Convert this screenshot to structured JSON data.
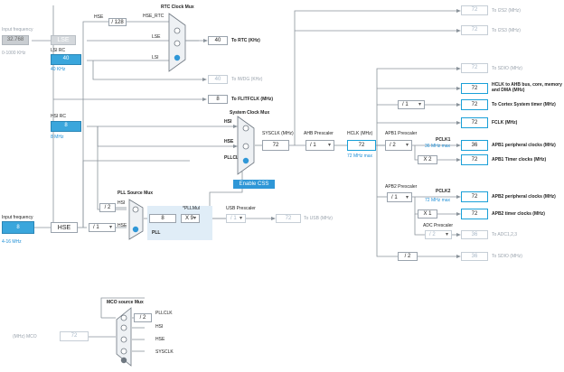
{
  "colors": {
    "accent": "#1aa0d8",
    "source_fill": "#3aa6dc",
    "pll_zone": "#e0edf7",
    "button": "#2f97d7"
  },
  "input_frequency_top": {
    "label": "Input frequency",
    "value": "32.768",
    "range": "0-1000 KHz"
  },
  "lse": {
    "label": "LSE"
  },
  "lsi_rc": {
    "label": "LSI RC",
    "value": "40",
    "unit": "40 KHz"
  },
  "rtc": {
    "title": "RTC Clock Mux",
    "hse_label": "HSE",
    "div": "/ 128",
    "hse_rtc": "HSE_RTC",
    "lse": "LSE",
    "lsi": "LSI",
    "value": "40",
    "output": "To RTC (KHz)"
  },
  "iwdg": {
    "value": "40",
    "output": "To IWDG (KHz)"
  },
  "flitf": {
    "value": "8",
    "output": "To FLITFCLK (MHz)"
  },
  "hsi_rc": {
    "label": "HSI RC",
    "value": "8",
    "unit": "8 MHz"
  },
  "sysclk_mux": {
    "title": "System Clock Mux",
    "hsi": "HSI",
    "hse": "HSE",
    "pllclk": "PLLCLK"
  },
  "css": {
    "label": "Enable CSS"
  },
  "sysclk": {
    "label": "SYSCLK (MHz)",
    "value": "72"
  },
  "ahb": {
    "label": "AHB Prescaler",
    "value": "/ 1"
  },
  "hclk": {
    "label": "HCLK (MHz)",
    "value": "72",
    "max": "72 MHz max"
  },
  "apb1": {
    "label": "APB1 Prescaler",
    "value": "/ 2",
    "pclk": "PCLK1",
    "max": "36 MHz max",
    "x2": "X 2"
  },
  "apb2": {
    "label": "APB2 Prescaler",
    "value": "/ 1",
    "pclk": "PCLK2",
    "max": "72 MHz max",
    "x1": "X 1"
  },
  "adc": {
    "label": "ADC Prescaler",
    "value": "/ 2",
    "out_value": "36",
    "output": "To ADC1,2,3"
  },
  "sdio_div": {
    "value": "/ 2",
    "out_value": "36",
    "output": "To SDIO (MHz)"
  },
  "cortex_div": {
    "value": "/ 1"
  },
  "outputs": [
    {
      "value": "72",
      "label": "To I2S2 (MHz)",
      "enabled": false
    },
    {
      "value": "72",
      "label": "To I2S3 (MHz)",
      "enabled": false
    },
    {
      "value": "72",
      "label": "To SDIO (MHz)",
      "enabled": false
    },
    {
      "value": "72",
      "label": "HCLK to AHB bus, core, memory and DMA (MHz)",
      "enabled": true
    },
    {
      "value": "72",
      "label": "To Cortex System timer (MHz)",
      "enabled": true
    },
    {
      "value": "72",
      "label": "FCLK (MHz)",
      "enabled": true
    },
    {
      "value": "36",
      "label": "APB1 peripheral clocks (MHz)",
      "enabled": true
    },
    {
      "value": "72",
      "label": "APB1 Timer clocks (MHz)",
      "enabled": true
    },
    {
      "value": "72",
      "label": "APB2 peripheral clocks (MHz)",
      "enabled": true
    },
    {
      "value": "72",
      "label": "APB2 timer clocks (MHz)",
      "enabled": true
    }
  ],
  "input_frequency_bottom": {
    "label": "Input frequency",
    "value": "8",
    "range": "4-16 MHz"
  },
  "hse": {
    "label": "HSE",
    "div": "/ 1"
  },
  "pll_source": {
    "title": "PLL Source Mux",
    "div": "/ 2",
    "hsi": "HSI",
    "hse": "HSE"
  },
  "pll": {
    "label": "PLL",
    "value": "8",
    "mul_label": "*PLLMul",
    "mul": "X 9"
  },
  "usb": {
    "label": "USB Prescaler",
    "div": "/ 1",
    "value": "72",
    "output": "To USB (MHz)"
  },
  "mco": {
    "title": "MCO source Mux",
    "div": "/ 2",
    "pllclk": "PLLCLK",
    "hsi": "HSI",
    "hse": "HSE",
    "sysclk": "SYSCLK",
    "label": "(MHz) MCO",
    "value": "72"
  }
}
